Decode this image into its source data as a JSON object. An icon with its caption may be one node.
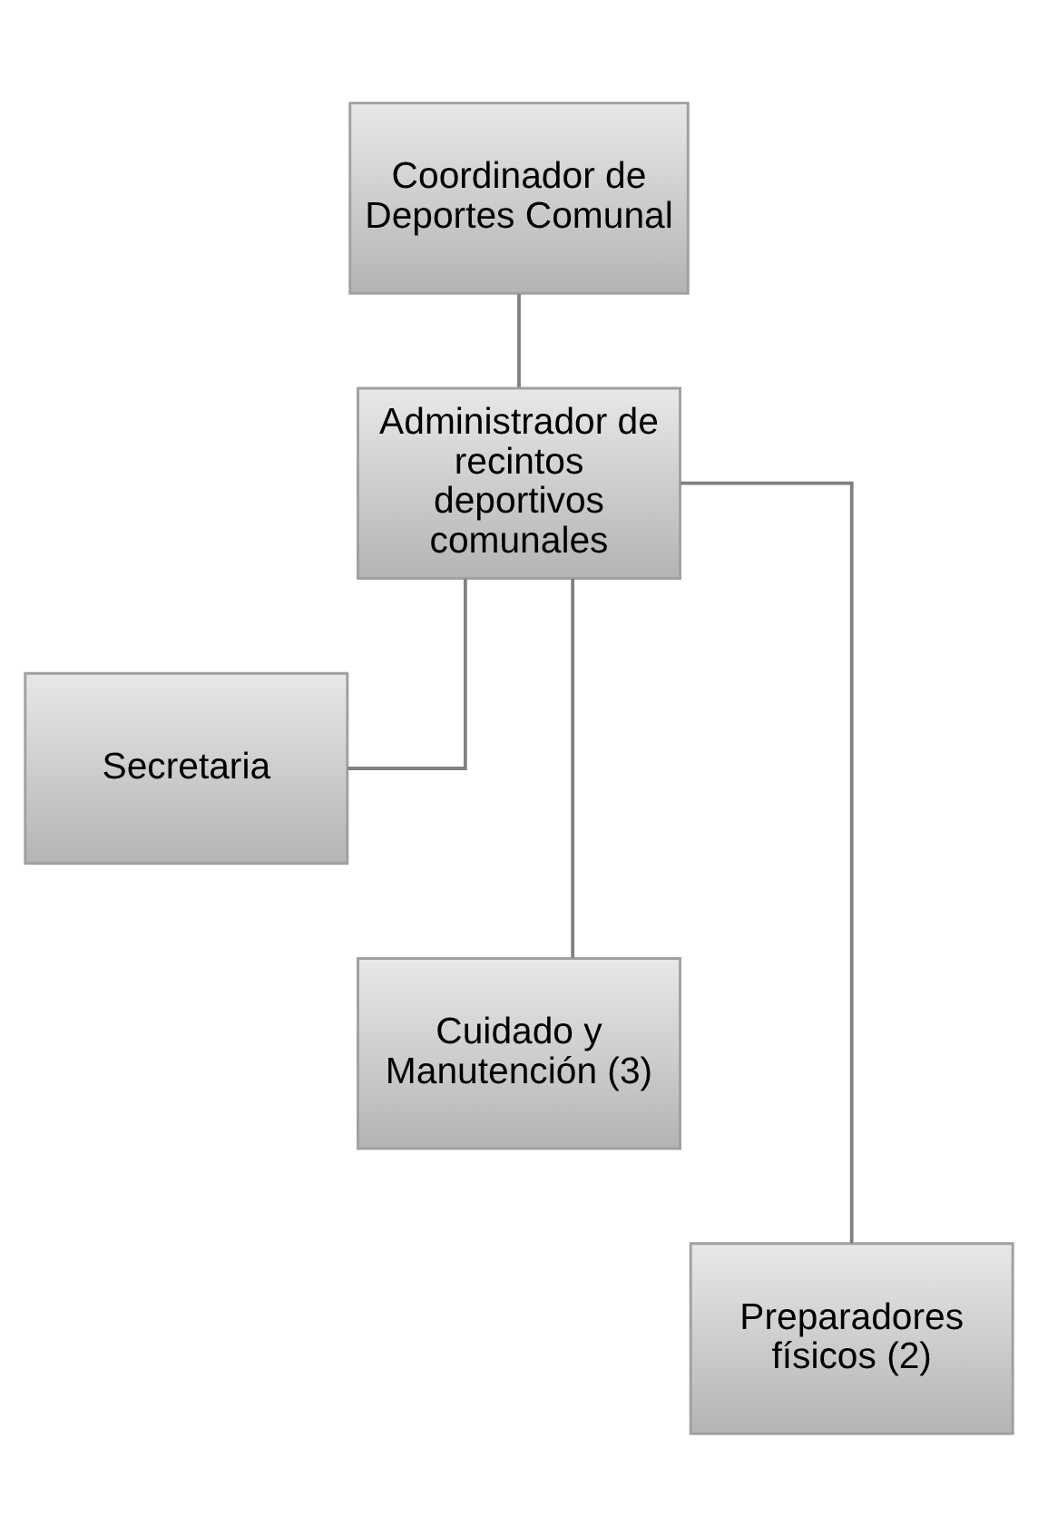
{
  "diagram": {
    "nodes": [
      {
        "text": [
          "Coordinador de Deportes Comunal"
        ]
      },
      {
        "text": [
          "Administrador de recintos deportivos comunales"
        ]
      },
      {
        "text": [
          "Secretaria"
        ]
      },
      {
        "text": [
          "Cuidado y Manutención (3)"
        ]
      },
      {
        "text": [
          "Preparadores físicos (2)"
        ]
      }
    ],
    "edges": [
      {
        "from": 0,
        "to": 1,
        "arrow": "none"
      },
      {
        "from": 1,
        "to": 2,
        "arrow": "none"
      },
      {
        "from": 1,
        "to": 3,
        "arrow": "none"
      },
      {
        "from": 1,
        "to": 4,
        "arrow": "none"
      }
    ]
  }
}
